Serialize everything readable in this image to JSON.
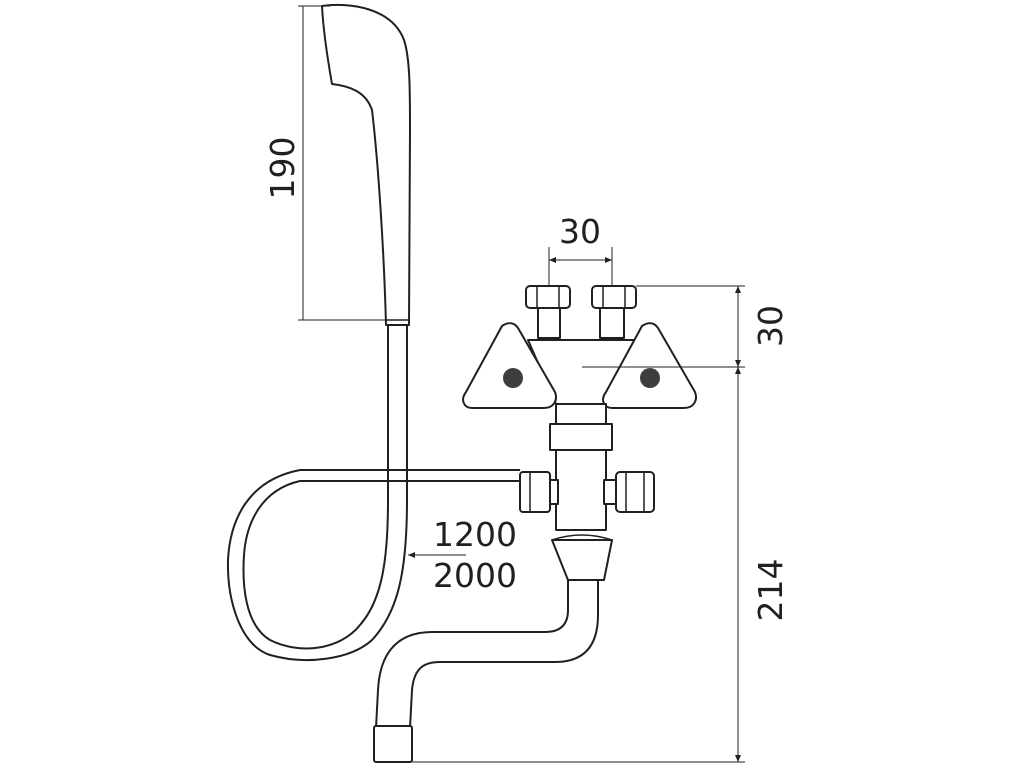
{
  "dimensions": {
    "shower_head_height": "190",
    "inlet_spacing": "30",
    "inlet_height": "30",
    "spout_height": "214",
    "hose_length_short": "1200",
    "hose_length_long": "2000"
  },
  "colors": {
    "line": "#231f20",
    "knob_dot": "#3d3d3d",
    "background": "#ffffff"
  }
}
